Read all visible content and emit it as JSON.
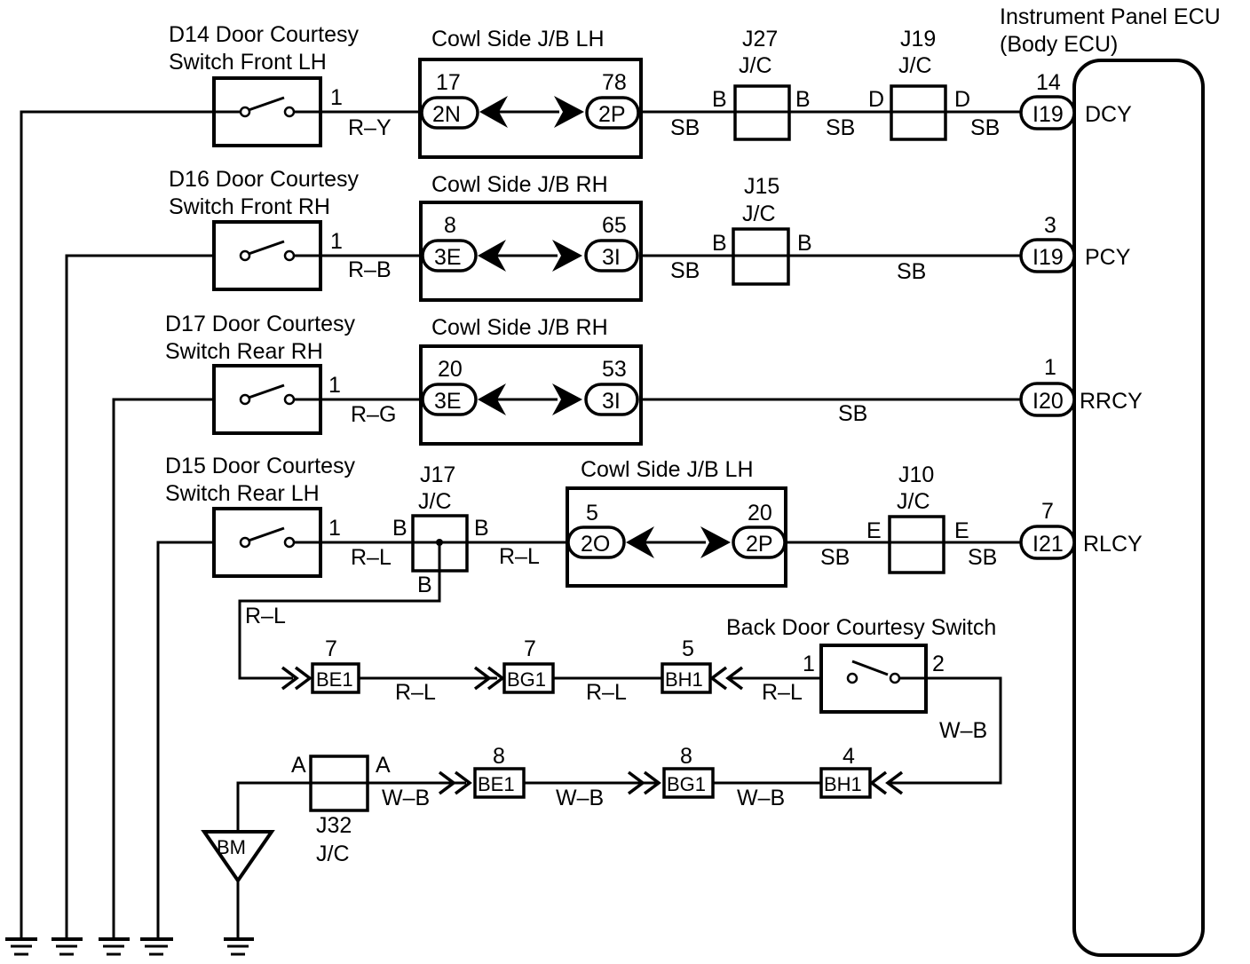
{
  "ecu": {
    "title_line1": "Instrument Panel ECU",
    "title_line2": "(Body ECU)",
    "pins": [
      {
        "connector": "I19",
        "pin": "14",
        "signal": "DCY"
      },
      {
        "connector": "I19",
        "pin": "3",
        "signal": "PCY"
      },
      {
        "connector": "I20",
        "pin": "1",
        "signal": "RRCY"
      },
      {
        "connector": "I21",
        "pin": "7",
        "signal": "RLCY"
      }
    ]
  },
  "switches": [
    {
      "name_line1": "D14 Door Courtesy",
      "name_line2": "Switch Front LH",
      "pin": "1",
      "wire": "R–Y"
    },
    {
      "name_line1": "D16 Door Courtesy",
      "name_line2": "Switch Front RH",
      "pin": "1",
      "wire": "R–B"
    },
    {
      "name_line1": "D17 Door Courtesy",
      "name_line2": "Switch Rear RH",
      "pin": "1",
      "wire": "R–G"
    },
    {
      "name_line1": "D15 Door Courtesy",
      "name_line2": "Switch Rear LH",
      "pin": "1",
      "wire": "R–L"
    }
  ],
  "junction_blocks": [
    {
      "title": "Cowl Side J/B LH",
      "in_conn": "2N",
      "in_pin": "17",
      "out_conn": "2P",
      "out_pin": "78"
    },
    {
      "title": "Cowl Side J/B RH",
      "in_conn": "3E",
      "in_pin": "8",
      "out_conn": "3I",
      "out_pin": "65"
    },
    {
      "title": "Cowl Side J/B RH",
      "in_conn": "3E",
      "in_pin": "20",
      "out_conn": "3I",
      "out_pin": "53"
    },
    {
      "title": "Cowl Side J/B LH",
      "in_conn": "2O",
      "in_pin": "5",
      "out_conn": "2P",
      "out_pin": "20"
    }
  ],
  "junction_connectors": {
    "j27": {
      "id": "J27",
      "type": "J/C",
      "left_pin": "B",
      "right_pin": "B"
    },
    "j19": {
      "id": "J19",
      "type": "J/C",
      "left_pin": "D",
      "right_pin": "D"
    },
    "j15": {
      "id": "J15",
      "type": "J/C",
      "left_pin": "B",
      "right_pin": "B"
    },
    "j17": {
      "id": "J17",
      "type": "J/C",
      "left_pin": "B",
      "right_pin": "B",
      "bottom_pin": "B"
    },
    "j10": {
      "id": "J10",
      "type": "J/C",
      "left_pin": "E",
      "right_pin": "E"
    },
    "j32": {
      "id": "J32",
      "type": "J/C",
      "left_pin": "A",
      "right_pin": "A"
    }
  },
  "wires": {
    "row1": [
      "SB",
      "SB",
      "SB"
    ],
    "row2": [
      "SB",
      "SB"
    ],
    "row3": [
      "SB"
    ],
    "row4_left": "R–L",
    "row4": [
      "SB",
      "SB"
    ],
    "j17_down": "R–L",
    "back_row": [
      "R–L",
      "R–L",
      "R–L"
    ],
    "back_side": "W–B",
    "ground_row": [
      "W–B",
      "W–B",
      "W–B"
    ]
  },
  "back_door": {
    "title": "Back Door Courtesy Switch",
    "pin1": "1",
    "pin2": "2"
  },
  "inline_connectors": {
    "be1_top": {
      "id": "BE1",
      "pin": "7"
    },
    "bg1_top": {
      "id": "BG1",
      "pin": "7"
    },
    "bh1_top": {
      "id": "BH1",
      "pin": "5"
    },
    "be1_bot": {
      "id": "BE1",
      "pin": "8"
    },
    "bg1_bot": {
      "id": "BG1",
      "pin": "8"
    },
    "bh1_bot": {
      "id": "BH1",
      "pin": "4"
    }
  },
  "ground_point": {
    "id": "BM"
  }
}
